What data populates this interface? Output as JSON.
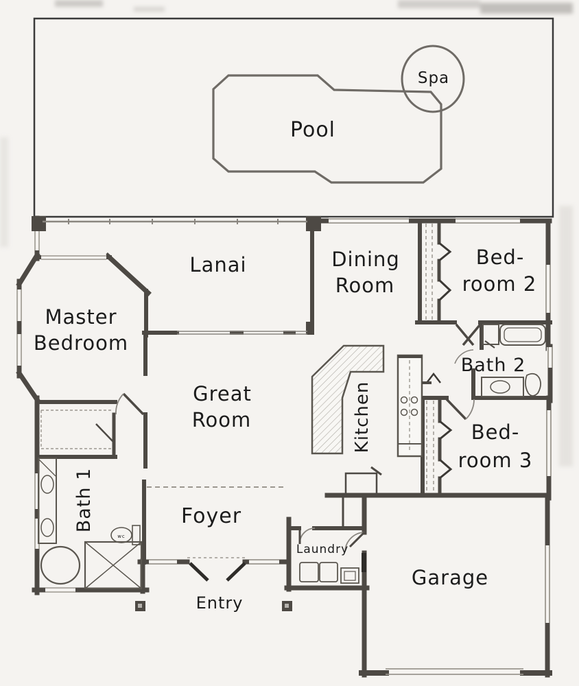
{
  "pool_area": {
    "pool": {
      "label": "Pool"
    },
    "spa": {
      "label": "Spa"
    }
  },
  "floor_plan": {
    "rooms": {
      "lanai": {
        "label": "Lanai"
      },
      "dining_room": {
        "line1": "Dining",
        "line2": "Room"
      },
      "bedroom2": {
        "line1": "Bed-",
        "line2": "room 2"
      },
      "master_bedroom": {
        "line1": "Master",
        "line2": "Bedroom"
      },
      "great_room": {
        "line1": "Great",
        "line2": "Room"
      },
      "kitchen": {
        "label": "Kitchen"
      },
      "bath2": {
        "label": "Bath 2"
      },
      "bedroom3": {
        "line1": "Bed-",
        "line2": "room 3"
      },
      "bath1": {
        "label": "Bath 1"
      },
      "foyer": {
        "label": "Foyer"
      },
      "laundry": {
        "label": "Laundry"
      },
      "garage": {
        "label": "Garage"
      },
      "entry": {
        "label": "Entry"
      }
    },
    "fixtures": {
      "toilet_label": "wc"
    },
    "colors": {
      "wall": "#4d4944",
      "door": "#2e2c29",
      "thin_line": "#8a8680",
      "window": "#9b978f",
      "text": "#1c1c1c",
      "paper": "#f5f3f0",
      "hatch": "#b9b5ae"
    }
  }
}
